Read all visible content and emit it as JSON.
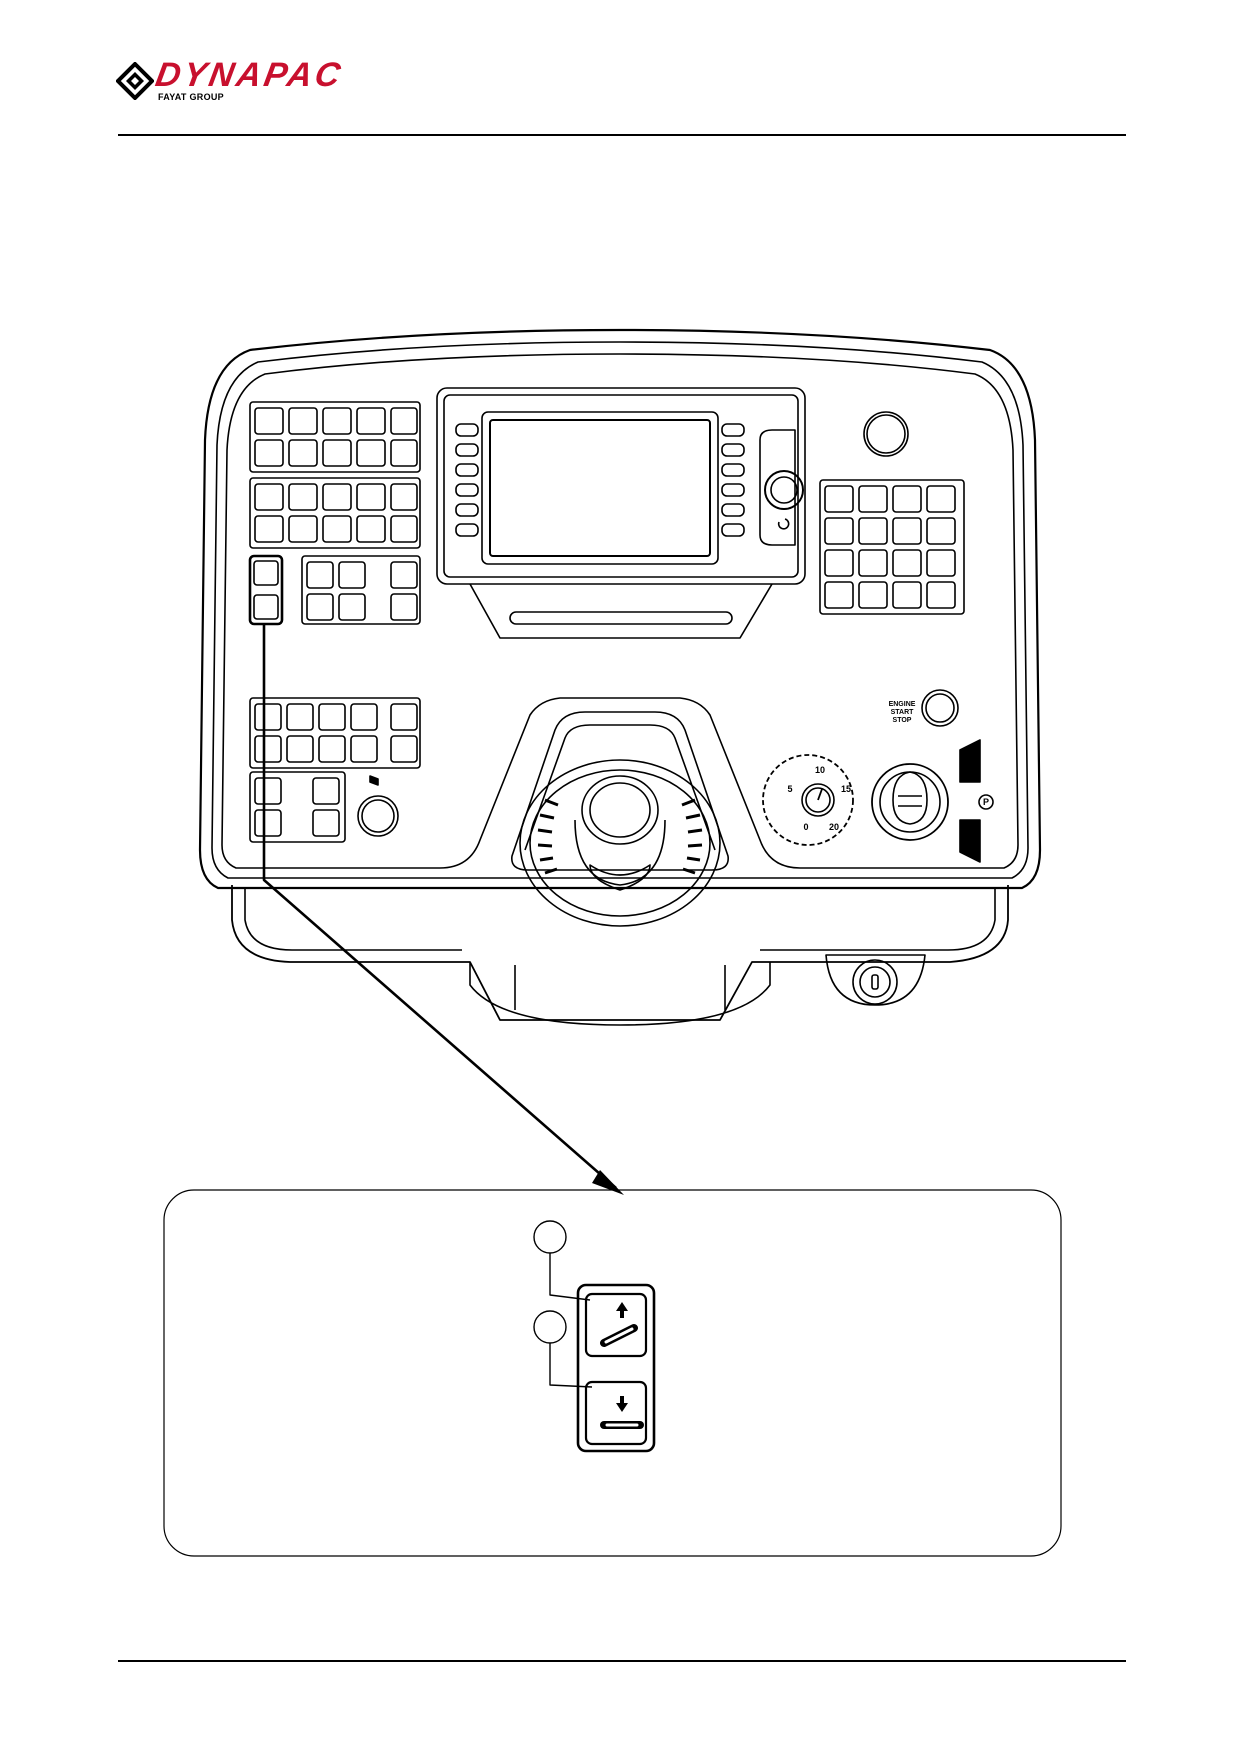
{
  "header": {
    "brand_name": "DYNAPAC",
    "brand_sub": "FAYAT GROUP",
    "logo_icon": "dynapac-diamond-logo"
  },
  "panel": {
    "engine_label": [
      "ENGINE",
      "START",
      "STOP"
    ],
    "engine_button_icon": "power-button",
    "speed_dial_labels": [
      "10",
      "5",
      "15",
      "0",
      "20"
    ],
    "speed_dial_icon": "rotary-knob",
    "park_label": "P",
    "display_icon": "screen-display",
    "horn_icon": "horn-icon",
    "joystick_icon": "joystick-icon",
    "ignition_icon": "ignition-key-icon"
  },
  "detail": {
    "callout_1": "",
    "callout_2": "",
    "button_up_icon": "screed-raise-icon",
    "button_down_icon": "screed-lower-icon"
  },
  "colors": {
    "brand_red": "#c8102e",
    "line": "#000000"
  }
}
